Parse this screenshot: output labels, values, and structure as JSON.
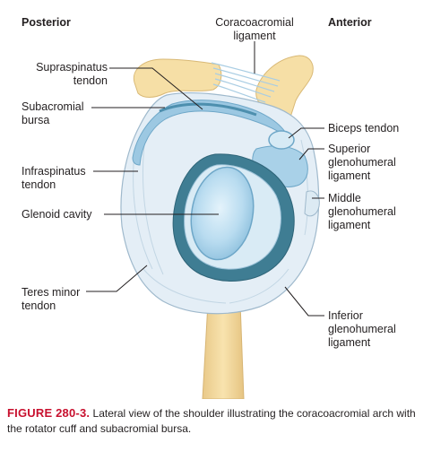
{
  "labels": {
    "posterior": "Posterior",
    "anterior": "Anterior",
    "coracoacromial": "Coracoacromial\nligament",
    "supraspinatus": "Supraspinatus\ntendon",
    "subacromial": "Subacromial\nbursa",
    "infraspinatus": "Infraspinatus\ntendon",
    "glenoid": "Glenoid cavity",
    "teres": "Teres minor\ntendon",
    "biceps": "Biceps tendon",
    "superior_gh": "Superior\nglenohumeral\nligament",
    "middle_gh": "Middle\nglenohumeral\nligament",
    "inferior_gh": "Inferior\nglenohumeral\nligament"
  },
  "caption": {
    "figure_label": "FIGURE 280-3.",
    "text": "Lateral view of the shoulder illustrating the coracoacromial arch with the rotator cuff and subacromial bursa."
  },
  "colors": {
    "bone": "#f6dfa6",
    "bone_edge": "#d9b976",
    "cuff": "#e4eef6",
    "cuff_edge": "#9fb9cc",
    "bursa": "#9cc8e2",
    "labrum": "#3f7d93",
    "glenoid": "#bfe0f3",
    "caption_red": "#c8102e"
  }
}
